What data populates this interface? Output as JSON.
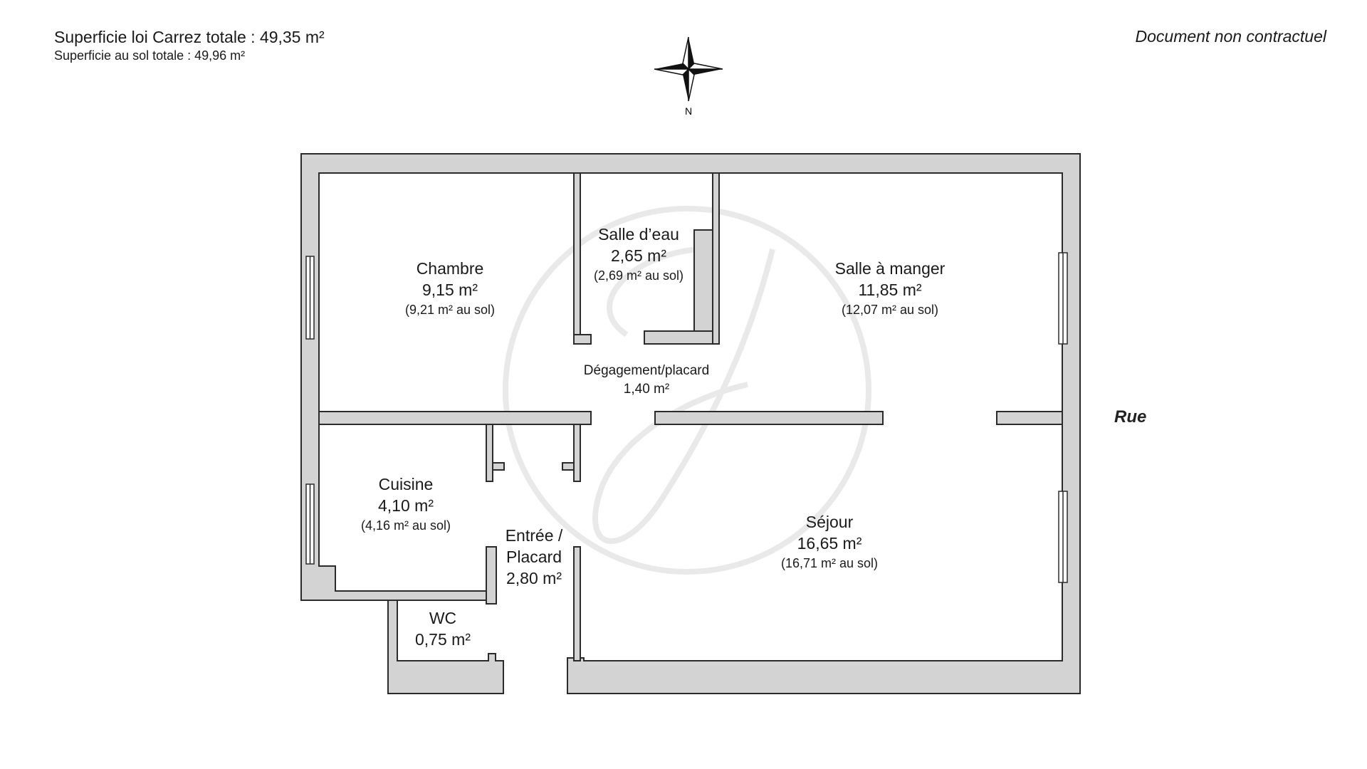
{
  "header": {
    "total_carrez": "Superficie loi Carrez totale : 49,35 m²",
    "total_floor": "Superficie au sol totale : 49,96 m²",
    "disclaimer": "Document non contractuel"
  },
  "compass": {
    "label": "N"
  },
  "street_label": "Rue",
  "rooms": {
    "chambre": {
      "name": "Chambre",
      "area": "9,15 m²",
      "floor": "(9,21 m² au sol)"
    },
    "salle_deau": {
      "name": "Salle d’eau",
      "area": "2,65 m²",
      "floor": "(2,69 m² au sol)"
    },
    "salle_a_manger": {
      "name": "Salle à manger",
      "area": "11,85 m²",
      "floor": "(12,07 m² au sol)"
    },
    "degagement": {
      "name": "Dégagement/placard",
      "area": "1,40 m²"
    },
    "cuisine": {
      "name": "Cuisine",
      "area": "4,10 m²",
      "floor": "(4,16 m² au sol)"
    },
    "entree": {
      "name_line1": "Entrée /",
      "name_line2": "Placard",
      "area": "2,80 m²"
    },
    "wc": {
      "name": "WC",
      "area": "0,75 m²"
    },
    "sejour": {
      "name": "Séjour",
      "area": "16,65 m²",
      "floor": "(16,71 m² au sol)"
    }
  },
  "colors": {
    "wall": "#d3d3d3",
    "wall_stroke": "#2b2b2b",
    "watermark": "#e6e6e6"
  }
}
